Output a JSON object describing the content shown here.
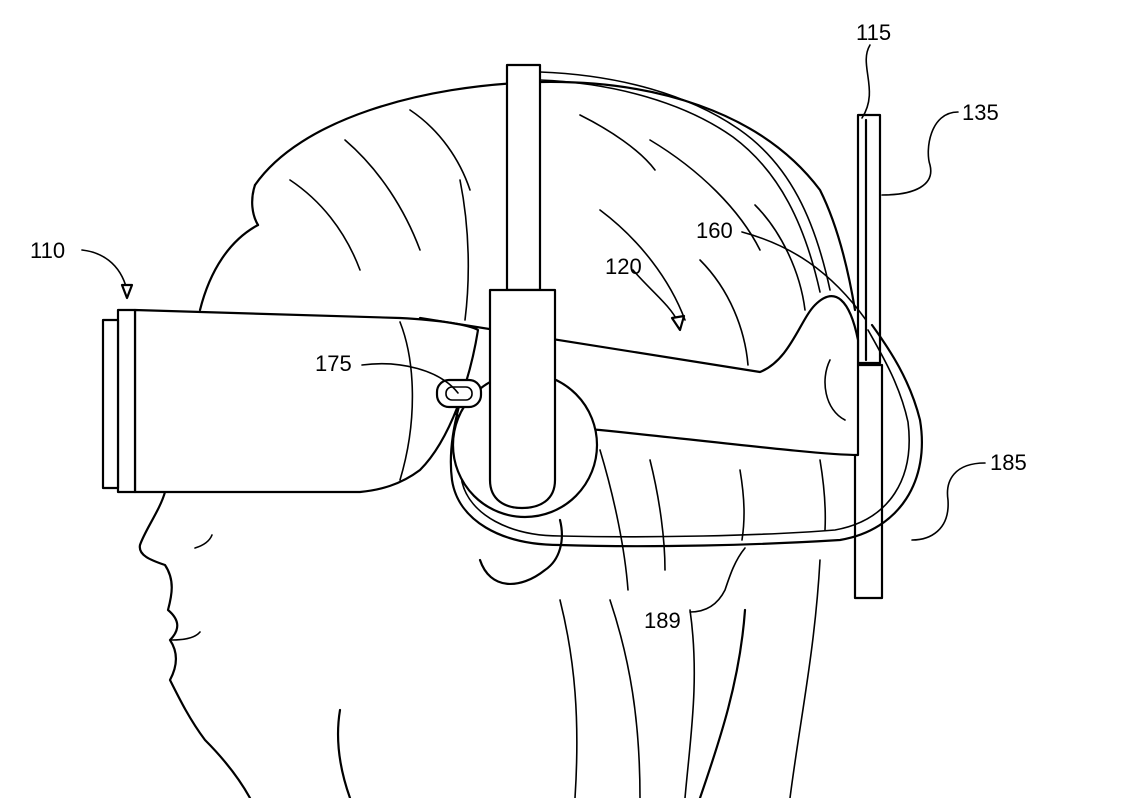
{
  "figure": {
    "labels": {
      "headset": "110",
      "back_unit": "115",
      "strap": "120",
      "back_panel": "135",
      "connector": "160",
      "port": "175",
      "cable": "185",
      "cable_loop": "189"
    }
  }
}
